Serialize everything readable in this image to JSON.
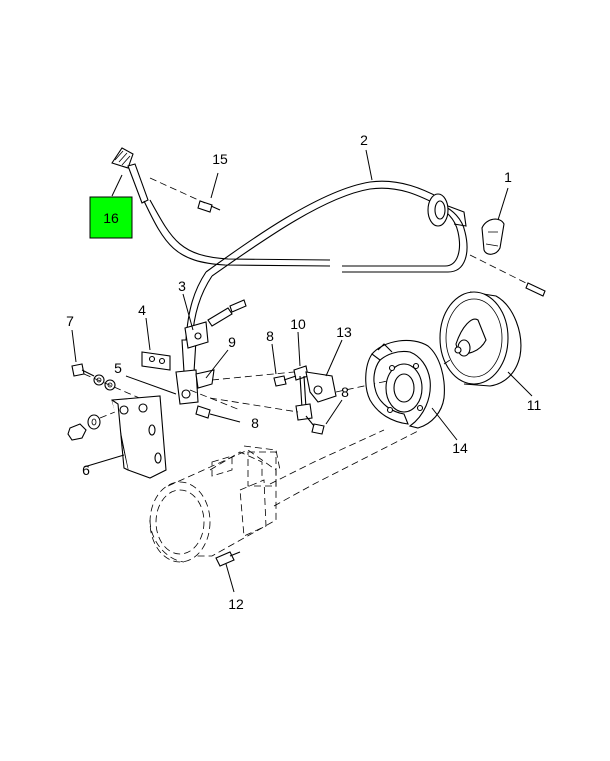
{
  "highlight": {
    "label": "16",
    "color": "#00ff00"
  },
  "callouts": {
    "c1": "1",
    "c2": "2",
    "c3": "3",
    "c4": "4",
    "c5": "5",
    "c6": "6",
    "c7": "7",
    "c8a": "8",
    "c8b": "8",
    "c8c": "8",
    "c9": "9",
    "c10": "10",
    "c11": "11",
    "c12": "12",
    "c13": "13",
    "c14": "14",
    "c15": "15"
  }
}
